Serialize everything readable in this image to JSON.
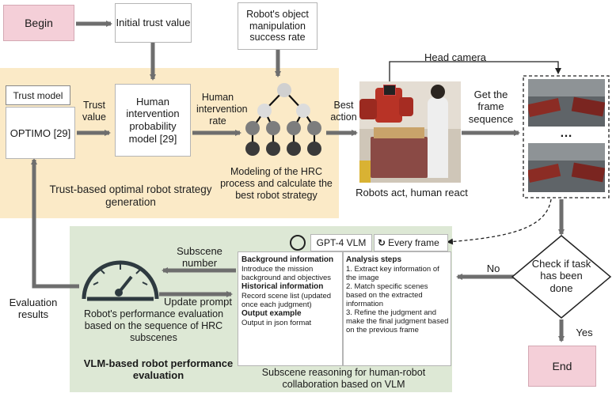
{
  "begin": "Begin",
  "end": "End",
  "initial_trust": "Initial trust value",
  "success_rate": "Robot's object manipulation success rate",
  "trust_model_label": "Trust model",
  "optimo": "OPTIMO [29]",
  "trust_value": "Trust value",
  "hip_model": "Human intervention probability model [29]",
  "human_intervention_rate": "Human intervention rate",
  "best_action": "Best action",
  "hrc_modeling": "Modeling of the HRC process and calculate the best robot strategy",
  "trust_panel_title": "Trust-based optimal robot strategy generation",
  "head_camera": "Head camera",
  "get_frame": "Get the frame sequence",
  "robots_act": "Robots act, human react",
  "ellipsis": "…",
  "check_done": "Check if task has been done",
  "no": "No",
  "yes": "Yes",
  "gpt_vlm": "GPT-4 VLM",
  "every_frame": "Every frame",
  "subscene_number": "Subscene number",
  "update_prompt": "Update prompt",
  "evaluation_results": "Evaluation results",
  "robot_perf_eval": "Robot's performance evaluation based on the sequence of HRC subscenes",
  "vlm_panel_title": "VLM-based robot performance evaluation",
  "subscene_reasoning": "Subscene reasoning for human-robot collaboration based on VLM",
  "prompt": {
    "bg_title": "Background information",
    "bg_text": "Introduce the mission background and objectives",
    "hist_title": "Historical information",
    "hist_text": "Record scene list (updated once each judgment)",
    "out_title": "Output example",
    "out_text": "Output in json format",
    "steps_title": "Analysis steps",
    "step1": "1. Extract key information of the image",
    "step2": "2. Match specific scenes based on the extracted information",
    "step3": "3. Refine the judgment and make the final judgment based on the previous frame"
  }
}
